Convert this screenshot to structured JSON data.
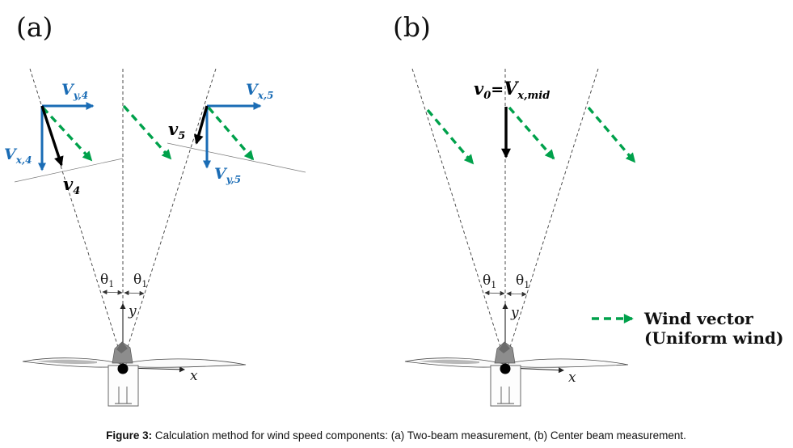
{
  "colors": {
    "blue": "#1a6cb5",
    "green": "#00a14b",
    "ink": "#000000"
  },
  "panel_a": {
    "title": "(a)",
    "labels": {
      "vy4_main": "V",
      "vy4_sub": "y,4",
      "vx4_main": "V",
      "vx4_sub": "x,4",
      "v4_main": "v",
      "v4_sub": "4",
      "vx5_main": "V",
      "vx5_sub": "x,5",
      "vy5_main": "V",
      "vy5_sub": "y,5",
      "v5_main": "v",
      "v5_sub": "5",
      "theta_left_main": "θ",
      "theta_left_sub": "1",
      "theta_right_main": "θ",
      "theta_right_sub": "1",
      "axis_x": "x",
      "axis_y": "y"
    }
  },
  "panel_b": {
    "title": "(b)",
    "labels": {
      "center_v_main": "v",
      "center_v_sub": "0",
      "center_eq": "=",
      "center_V_main": "V",
      "center_V_sub": "x,mid",
      "theta_left_main": "θ",
      "theta_left_sub": "1",
      "theta_right_main": "θ",
      "theta_right_sub": "1",
      "axis_x": "x",
      "axis_y": "y"
    }
  },
  "legend": {
    "line1": "Wind vector",
    "line2": "(Uniform wind)"
  },
  "caption": {
    "prefix": "Figure 3:",
    "text": " Calculation method for wind speed components: (a) Two-beam measurement, (b) Center beam measurement."
  }
}
